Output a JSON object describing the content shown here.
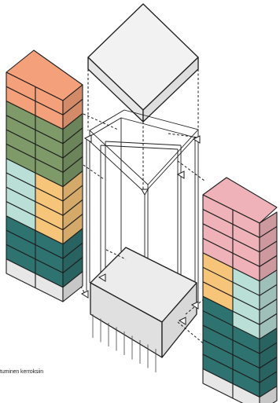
{
  "caption": "tuminen kerroksiin",
  "colors": {
    "orange": "#f4a07a",
    "olive": "#7e9a68",
    "mint": "#b9dfd6",
    "yellow": "#f7c57a",
    "teal": "#2f7371",
    "pink": "#eeb2b8",
    "grey": "#e7e7e7",
    "light": "#f2f2f2"
  },
  "left_stack_layers": [
    "orange",
    "orange",
    "olive",
    "olive",
    "olive",
    "olive",
    "mint",
    "mint",
    "mint",
    "mint",
    "teal",
    "teal",
    "teal",
    "grey"
  ],
  "left_stack_right_col": [
    "orange",
    "orange",
    "olive",
    "olive",
    "olive",
    "olive",
    "yellow",
    "yellow",
    "yellow",
    "yellow",
    "teal",
    "teal",
    "teal",
    "grey"
  ],
  "right_stack_left_col": [
    "pink",
    "pink",
    "pink",
    "pink",
    "yellow",
    "yellow",
    "yellow",
    "teal",
    "teal",
    "teal",
    "teal",
    "teal",
    "grey"
  ],
  "right_stack_right_col": [
    "pink",
    "pink",
    "pink",
    "pink",
    "mint",
    "mint",
    "mint",
    "mint",
    "teal",
    "teal",
    "teal",
    "teal",
    "grey"
  ]
}
